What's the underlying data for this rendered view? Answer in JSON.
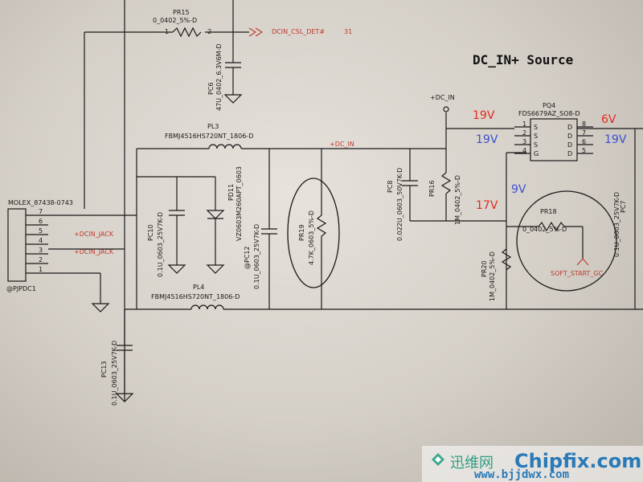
{
  "title": "DC_IN+ Source",
  "voltages": {
    "v1": "19V",
    "v2": "19V",
    "v3": "19V",
    "v4": "6V",
    "v5": "17V",
    "v6": "9V"
  },
  "components": {
    "pr15_ref": "PR15",
    "pr15_val": "0_0402_5%-D",
    "dcin_csl": "DCIN_CSL_DET#",
    "dcin_csl_ref": "31",
    "pc6_ref": "PC6",
    "pc6_val": "47U_0402_6.3V6M-D",
    "pl3_ref": "PL3",
    "pl3_val": "FBMJ4516HS720NT_1806-D",
    "molex": "MOLEX_87438-0743",
    "pjpdc1": "@PJPDC1",
    "dcin_jack1": "+DCIN_JACK",
    "dcin_jack2": "+DCIN_JACK",
    "pc10_ref": "PC10",
    "pc10_val": "0.1U_0603_25V7K-D",
    "pd11_ref": "PD11",
    "pd11_val": "VZ0603M260APT_0603",
    "pc12_ref": "@PC12",
    "pc12_val": "0.1U_0603_25V7K-D",
    "pl4_ref": "PL4",
    "pl4_val": "FBMJ4516HS720NT_1806-D",
    "pc13_ref": "PC13",
    "pc13_val": "0.1U_0603_25V7K-D",
    "dc_in_net": "+DC_IN",
    "dc_in_port": "+DC_IN",
    "pr19_ref": "PR19",
    "pr19_val": "4.7K_0603_5%-D",
    "pc8_ref": "PC8",
    "pc8_val": "0.022U_0603_50V7K-D",
    "pr16_ref": "PR16",
    "pr16_val": "1M_0402_5%-D",
    "pq4_ref": "PQ4",
    "pq4_val": "FDS6679AZ_SO8-D",
    "pr18_ref": "PR18",
    "pr18_val": "0_0402_5%-D",
    "pr20_ref": "PR20",
    "pr20_val": "1M_0402_5%-D",
    "soft_start": "SOFT_START_GC",
    "pc7_ref": "PC7",
    "pc7_val": "0.1U_0603_25V7K-D"
  },
  "pins": {
    "molex": [
      "7",
      "6",
      "5",
      "4",
      "3",
      "2",
      "1"
    ],
    "pq4_left": [
      "S",
      "S",
      "S",
      "G"
    ],
    "pq4_right": [
      "D",
      "D",
      "D",
      "D"
    ],
    "pq4_left_num": [
      "1",
      "2",
      "3",
      "4"
    ],
    "pq4_right_num": [
      "8",
      "7",
      "6",
      "5"
    ]
  },
  "watermark": {
    "cn": "迅维网",
    "en": "Chipfix.com",
    "url": "www.bjjdwx.com"
  }
}
